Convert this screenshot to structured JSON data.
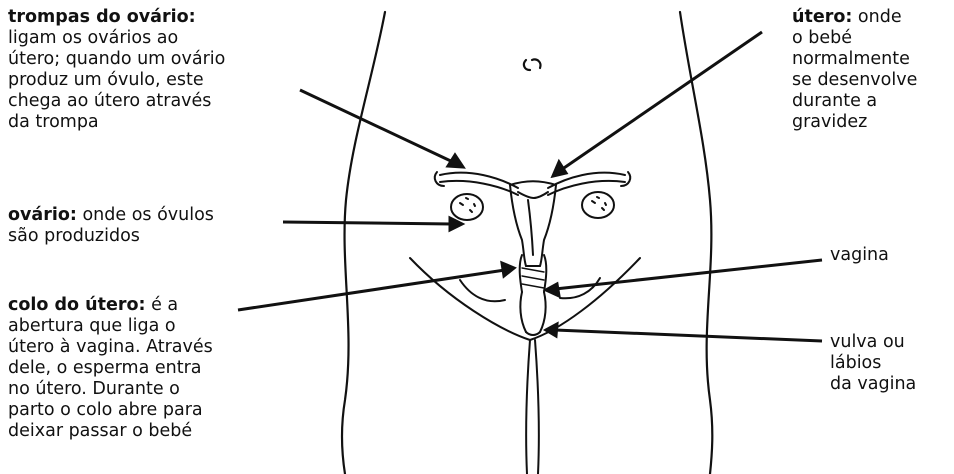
{
  "labels": {
    "trompas": {
      "term": "trompas do ovário:",
      "lines": [
        "ligam os ovários ao",
        "útero; quando um ovário",
        "produz um óvulo, este",
        "chega ao útero através",
        "da trompa"
      ]
    },
    "ovario": {
      "term": "ovário:",
      "rest": " onde os óvulos",
      "lines": [
        "são produzidos"
      ]
    },
    "colo": {
      "term": "colo do útero:",
      "rest": " é a",
      "lines": [
        "abertura que liga o",
        "útero à vagina. Através",
        "dele, o esperma entra",
        "no útero. Durante o",
        "parto o colo abre para",
        "deixar  passar o bebé"
      ]
    },
    "utero": {
      "term": "útero:",
      "rest": " onde",
      "lines": [
        "o bebé",
        "normalmente",
        "se desenvolve",
        "durante a",
        "gravidez"
      ]
    },
    "vagina": {
      "text": "vagina"
    },
    "vulva": {
      "lines": [
        "vulva  ou lábios",
        "da  vagina"
      ]
    }
  },
  "colors": {
    "ink": "#111111",
    "background": "#ffffff"
  }
}
